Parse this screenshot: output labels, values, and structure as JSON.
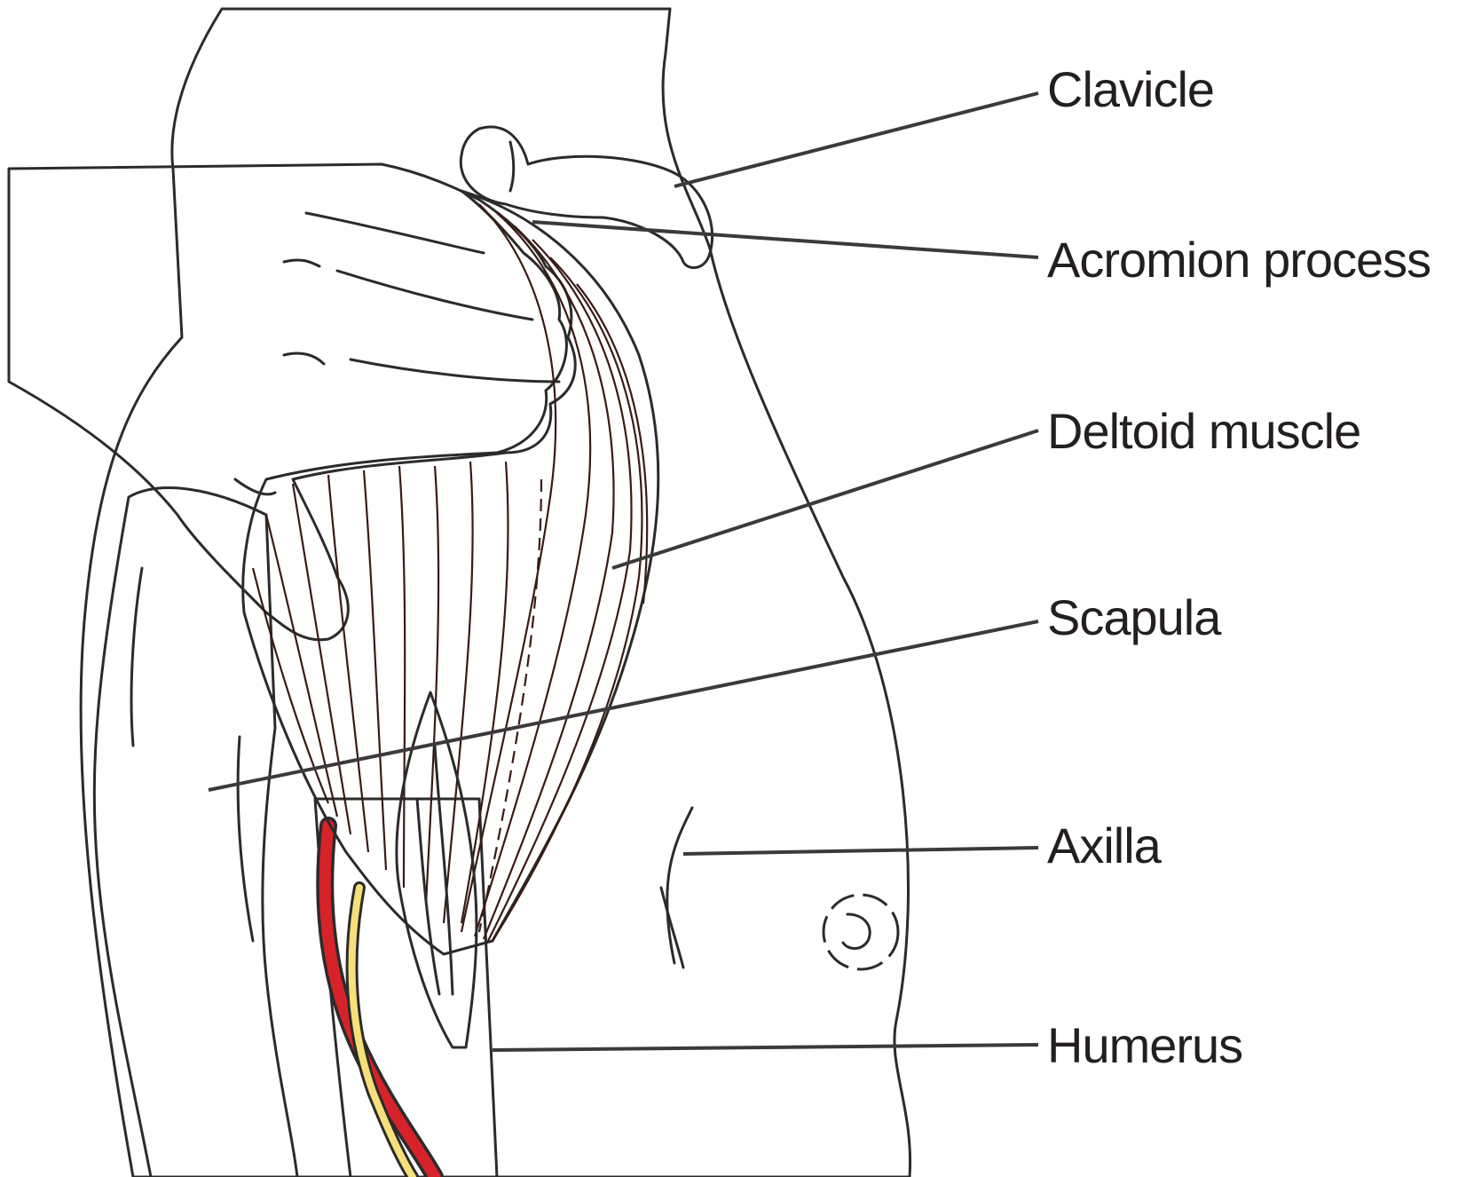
{
  "diagram": {
    "labels": {
      "clavicle": "Clavicle",
      "acromion": "Acromion process",
      "deltoid": "Deltoid muscle",
      "scapula": "Scapula",
      "axilla": "Axilla",
      "humerus": "Humerus"
    },
    "colors": {
      "skin": "#fcd8b9",
      "bone": "#fdeccb",
      "muscle": "#dd6650",
      "tendon": "#fffbee",
      "artery": "#d6232a",
      "nerve": "#f5e07a",
      "line": "#2b2b2b"
    }
  }
}
